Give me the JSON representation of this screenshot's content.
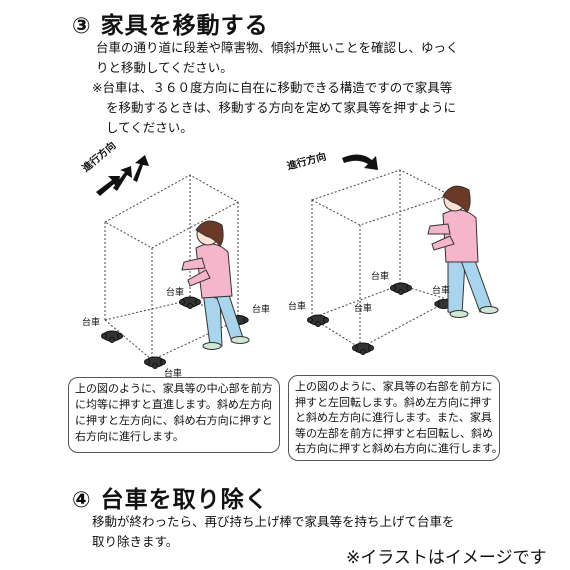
{
  "section3": {
    "number": "③",
    "title": "家具を移動する",
    "body": [
      "台車の通り道に段差や障害物、傾斜が無いことを確認し、ゆっく",
      "りと移動してください。"
    ],
    "note": [
      "※台車は、３６０度方向に自在に移動できる構造ですので家具等",
      "を移動するときは、移動する方向を定めて家具等を押すように",
      "してください。"
    ]
  },
  "illustration_left": {
    "direction_label": "進行方向",
    "dolly_labels": [
      "台車",
      "台車",
      "台車",
      "台車"
    ],
    "caption": [
      "上の図のように、家具等の中心部を前方",
      "に均等に押すと直進します。斜め左方向",
      "に押すと左方向に、斜め右方向に押すと",
      "右方向に進行します。"
    ]
  },
  "illustration_right": {
    "direction_label": "進行方向",
    "dolly_labels": [
      "台車",
      "台車",
      "台車",
      "台車"
    ],
    "caption": [
      "上の図のように、家具等の右部を前方に",
      "押すと左回転します。斜め左方向に押す",
      "と斜め左方向に進行します。また、家具",
      "等の左部を前方に押すと右回転し、斜め",
      "右方向に押すと斜め右方向に進行します。"
    ]
  },
  "section4": {
    "number": "④",
    "title": "台車を取り除く",
    "body": [
      "移動が終わったら、再び持ち上げ棒で家具等を持ち上げて台車を",
      "取り除きます。"
    ]
  },
  "footer_note": "※イラストはイメージです",
  "colors": {
    "person_shirt": "#f5b6cc",
    "person_pants": "#a9d4ee",
    "person_hair": "#6b3a26",
    "text": "#111111"
  }
}
